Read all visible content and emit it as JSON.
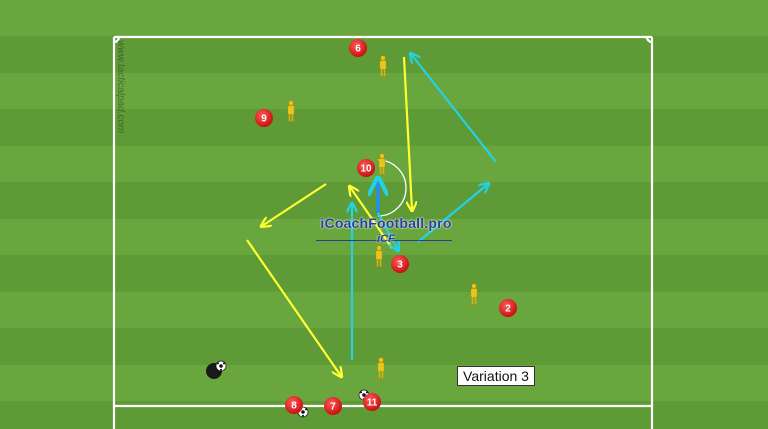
{
  "pitch": {
    "watermark_site": "www.tacticalpad.com",
    "logo_title": "iCoachFootball.pro",
    "logo_sub": "iCF",
    "variation_label": "Variation 3",
    "colors": {
      "grass_light": "#6aa63e",
      "grass_dark": "#5b9634",
      "player": "#e02020",
      "pass_arrow": "#ffff33",
      "run_arrow": "#22d3e6",
      "mannequin": "#e8c51c",
      "line": "#ffffff"
    }
  },
  "players": [
    {
      "id": "player-6",
      "label": "6"
    },
    {
      "id": "player-9",
      "label": "9"
    },
    {
      "id": "player-10",
      "label": "10"
    },
    {
      "id": "player-3",
      "label": "3"
    },
    {
      "id": "player-2",
      "label": "2"
    },
    {
      "id": "player-8",
      "label": "8"
    },
    {
      "id": "player-7",
      "label": "7"
    },
    {
      "id": "player-11",
      "label": "11"
    }
  ]
}
